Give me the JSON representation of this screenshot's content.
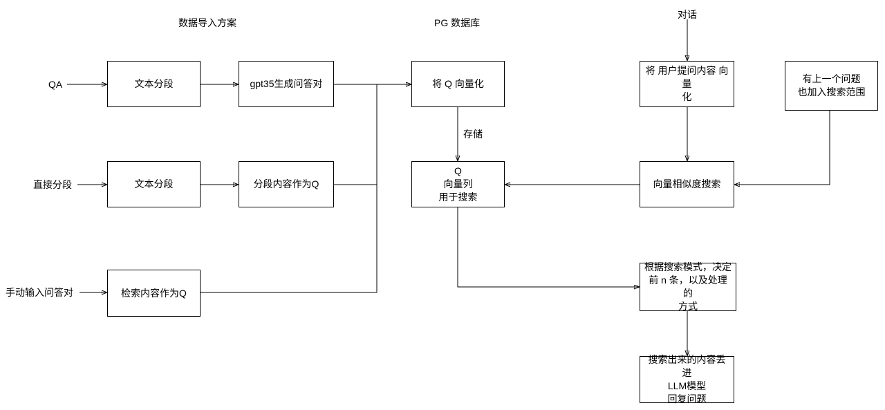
{
  "titles": {
    "import_scheme": "数据导入方案",
    "pg_database": "PG 数据库",
    "dialogue": "对话"
  },
  "inputs": {
    "qa": "QA",
    "direct_segment": "直接分段",
    "manual_qa": "手动输入问答对"
  },
  "edge_labels": {
    "store": "存储"
  },
  "nodes": {
    "text_segment_1": "文本分段",
    "gpt35_qa": "gpt35生成问答对",
    "vectorize_q": "将 Q 向量化",
    "vectorize_user_question": "将 用户提问内容 向量\n化",
    "previous_question": "有上一个问题\n也加入搜索范围",
    "text_segment_2": "文本分段",
    "segment_as_q": "分段内容作为Q",
    "q_vector_column": "Q\n向量列\n用于搜索",
    "vector_similarity_search": "向量相似度搜索",
    "retrieval_as_q": "检索内容作为Q",
    "search_mode": "根据搜索模式，决定\n前 n 条，以及处理的\n方式",
    "llm_answer": "搜索出来的内容丢进\nLLM模型\n回复问题"
  }
}
